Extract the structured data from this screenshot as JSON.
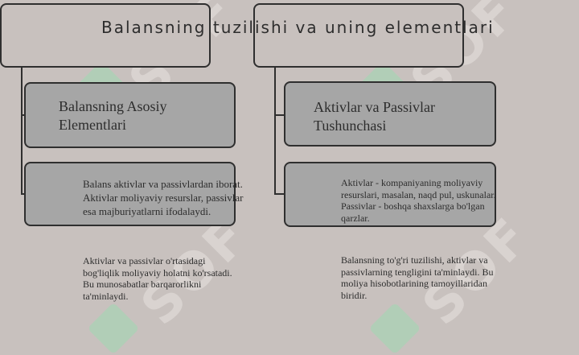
{
  "title": "Balansning tuzilishi va uning elementlari",
  "left": {
    "heading": [
      "Balansning Asosiy",
      "Elementlari"
    ],
    "paragraph1": [
      "Balans aktivlar va passivlardan iborat.",
      "Aktivlar moliyaviy resurslar, passivlar",
      "esa majburiyatlarni ifodalaydi."
    ],
    "paragraph2": [
      "Aktivlar va passivlar o'rtasidagi",
      "bog'liqlik moliyaviy holatni ko'rsatadi.",
      "Bu munosabatlar barqarorlikni",
      "ta'minlaydi."
    ]
  },
  "right": {
    "heading": [
      "Aktivlar va Passivlar",
      "Tushunchasi"
    ],
    "paragraph1": [
      "Aktivlar - kompaniyaning moliyaviy",
      "resurslari, masalan, naqd pul, uskunalar.",
      "Passivlar - boshqa shaxslarga bo'lgan",
      "qarzlar."
    ],
    "paragraph2": [
      "Balansning to'g'ri tuzilishi, aktivlar va",
      "passivlarning tengligini ta'minlaydi. Bu",
      "moliya hisobotlarining tamoyillaridan",
      "biridir."
    ]
  },
  "watermark": "SOF",
  "colors": {
    "background": "#c8c1be",
    "box_fill": "#a6a6a6",
    "border": "#2f2f2f",
    "watermark_green": "#9fd9b0"
  }
}
